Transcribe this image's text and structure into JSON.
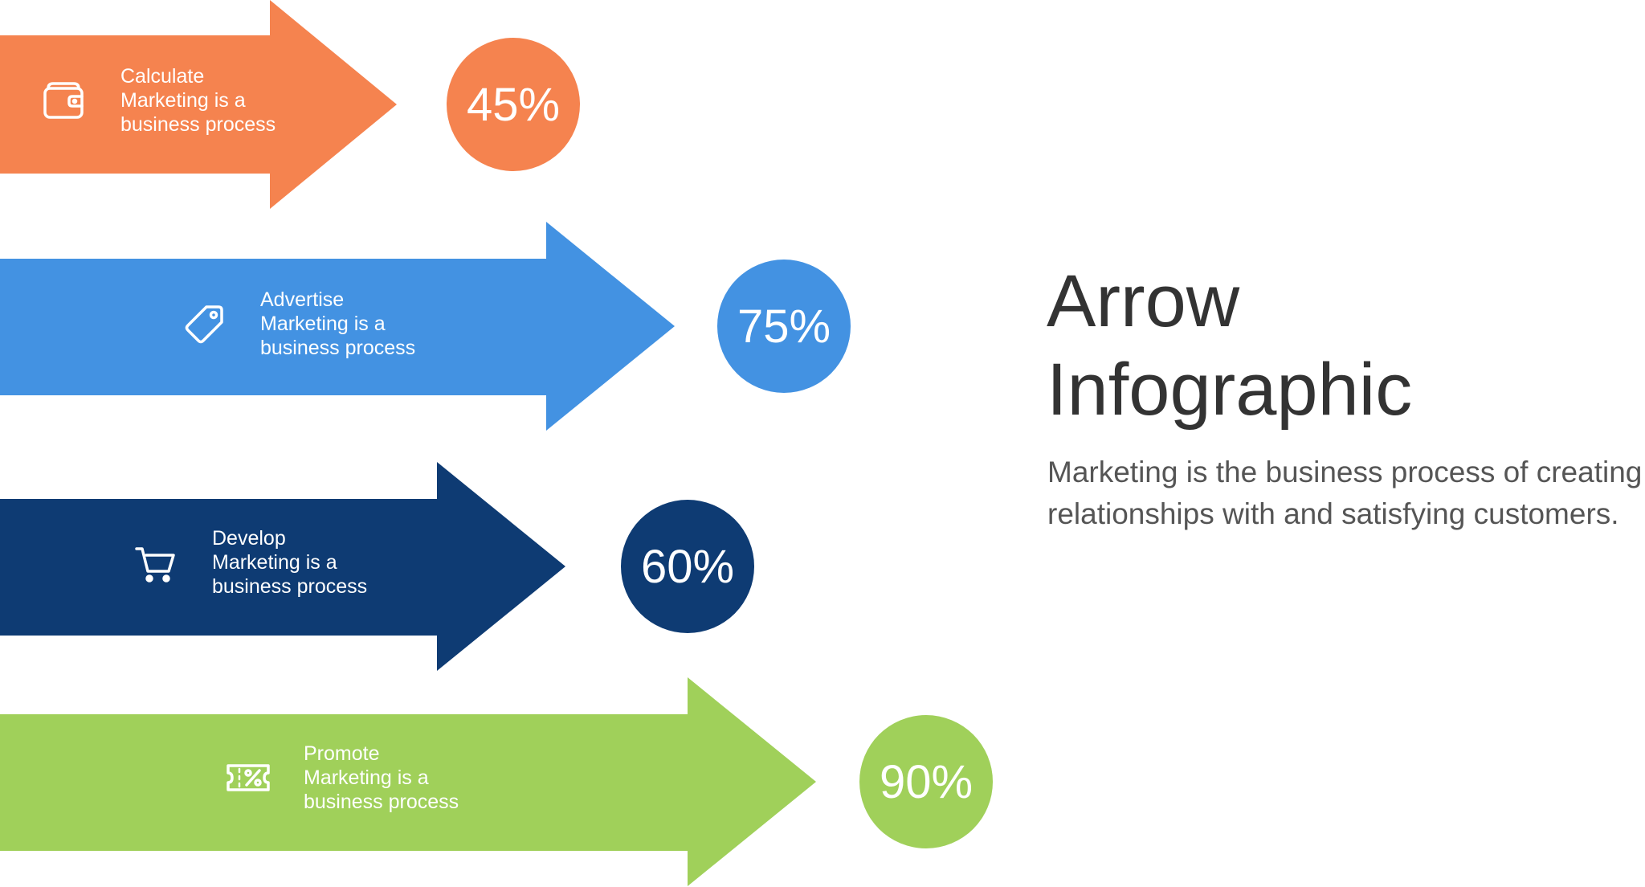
{
  "title": "Arrow\nInfographic",
  "subtitle": "Marketing is the business process of creating relationships with and satisfying customers.",
  "steps": [
    {
      "label": "Calculate",
      "description": "Marketing is a business process",
      "percent_label": "45%",
      "percent": 45,
      "color": "#F5834F",
      "icon": "wallet-icon"
    },
    {
      "label": "Advertise",
      "description": "Marketing is a business process",
      "percent_label": "75%",
      "percent": 75,
      "color": "#4392E2",
      "icon": "price-tag-icon"
    },
    {
      "label": "Develop",
      "description": "Marketing is a business process",
      "percent_label": "60%",
      "percent": 60,
      "color": "#0E3B73",
      "icon": "shopping-cart-icon"
    },
    {
      "label": "Promote",
      "description": "Marketing is a business process",
      "percent_label": "90%",
      "percent": 90,
      "color": "#A0D05A",
      "icon": "discount-coupon-icon"
    }
  ]
}
